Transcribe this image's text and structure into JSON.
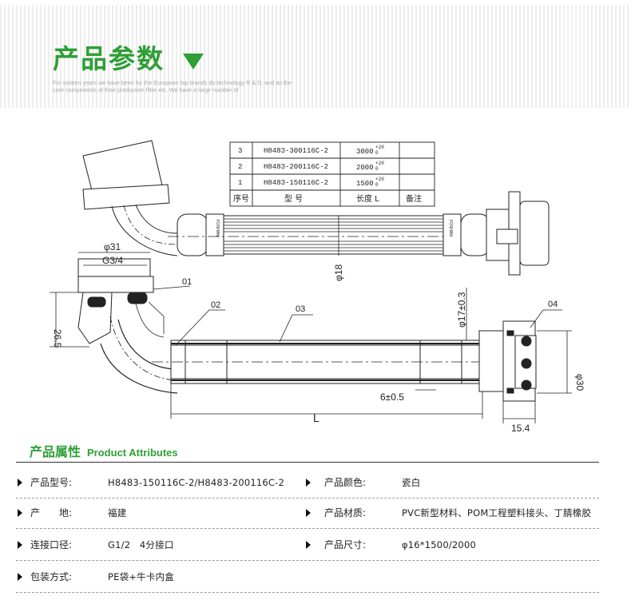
{
  "header": {
    "title": "产品参数",
    "subtitle_line1": "For sixteen years we have been for the European top brands do technology R & D, and as the",
    "subtitle_line2": "core components of their production filter etc. We have a large number of"
  },
  "drawing": {
    "table": {
      "headers": [
        "序号",
        "型 号",
        "长度 L",
        "备注"
      ],
      "rows": [
        {
          "no": "3",
          "model": "H8483-300116C-2",
          "length": "3000",
          "tol": "+20",
          "tol0": "0",
          "note": ""
        },
        {
          "no": "2",
          "model": "H8483-200116C-2",
          "length": "2000",
          "tol": "+20",
          "tol0": "0",
          "note": ""
        },
        {
          "no": "1",
          "model": "H8483-150116C-2",
          "length": "1500",
          "tol": "+20",
          "tol0": "0",
          "note": ""
        }
      ]
    },
    "dims": {
      "d31": "φ31",
      "g34": "G3/4",
      "h265": "26.5",
      "d18": "φ18",
      "d17": "φ17±0.3",
      "d30": "φ30",
      "six": "6±0.5",
      "L": "L",
      "w154": "15.4"
    },
    "callouts": [
      "01",
      "02",
      "03",
      "04"
    ],
    "brand_small": "FOSHAN"
  },
  "attributes": {
    "title_cn": "产品属性",
    "title_en": "Product Attributes",
    "rows": [
      {
        "l_label": "产品型号:",
        "l_value": "H8483-150116C-2/H8483-200116C-2",
        "r_label": "产品颜色:",
        "r_value": "瓷白"
      },
      {
        "l_label": "产　　地:",
        "l_value": "福建",
        "r_label": "产品材质:",
        "r_value": "PVC新型材料、POM工程塑料接头、丁腈橡胶"
      },
      {
        "l_label": "连接口径:",
        "l_value": "G1/2　4分接口",
        "r_label": "产品尺寸:",
        "r_value": "φ16*1500/2000"
      },
      {
        "l_label": "包装方式:",
        "l_value": "PE袋+牛卡内盒",
        "r_label": "",
        "r_value": ""
      }
    ]
  }
}
